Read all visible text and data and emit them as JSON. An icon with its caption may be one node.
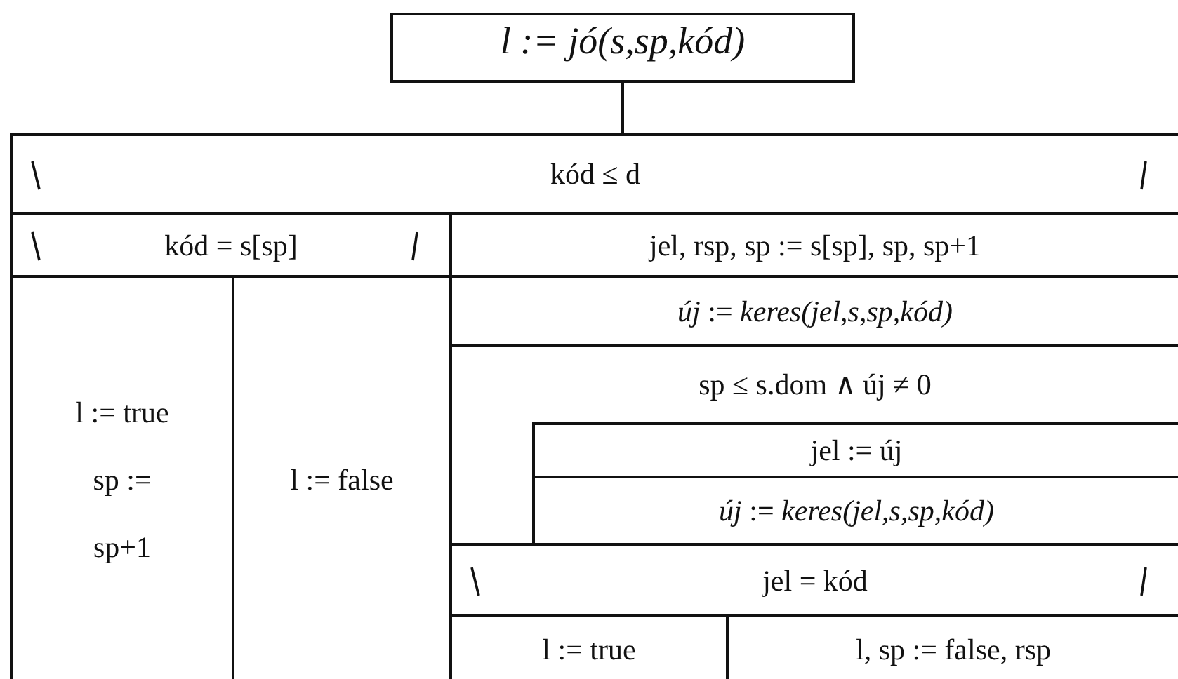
{
  "diagram": {
    "nodes": [
      {
        "text": [
          "l := jó(s,sp,kód)"
        ]
      },
      {
        "text": [
          "kód ≤ d"
        ]
      },
      {
        "text": [
          "kód = s[sp]"
        ]
      },
      {
        "text": [
          "l := true",
          "sp := sp+1"
        ]
      },
      {
        "text": [
          "l := false"
        ]
      },
      {
        "text": [
          "jel, rsp, sp := s[sp], sp, sp+1"
        ]
      },
      {
        "text": [
          "*új* := *keres(jel,s,sp,kód)*"
        ]
      },
      {
        "text": [
          "sp ≤ s.dom ∧ új ≠ 0"
        ]
      },
      {
        "text": [
          "jel := új"
        ],
        "in": 7
      },
      {
        "text": [
          "*új* := *keres(jel,s,sp,kód)*"
        ],
        "in": 7
      },
      {
        "text": [
          "jel = kód"
        ]
      },
      {
        "text": [
          "l := true"
        ]
      },
      {
        "text": [
          "l, sp := false, rsp"
        ]
      }
    ],
    "edges": [
      {
        "from": 0,
        "to": 1,
        "arrow": "none"
      }
    ]
  }
}
